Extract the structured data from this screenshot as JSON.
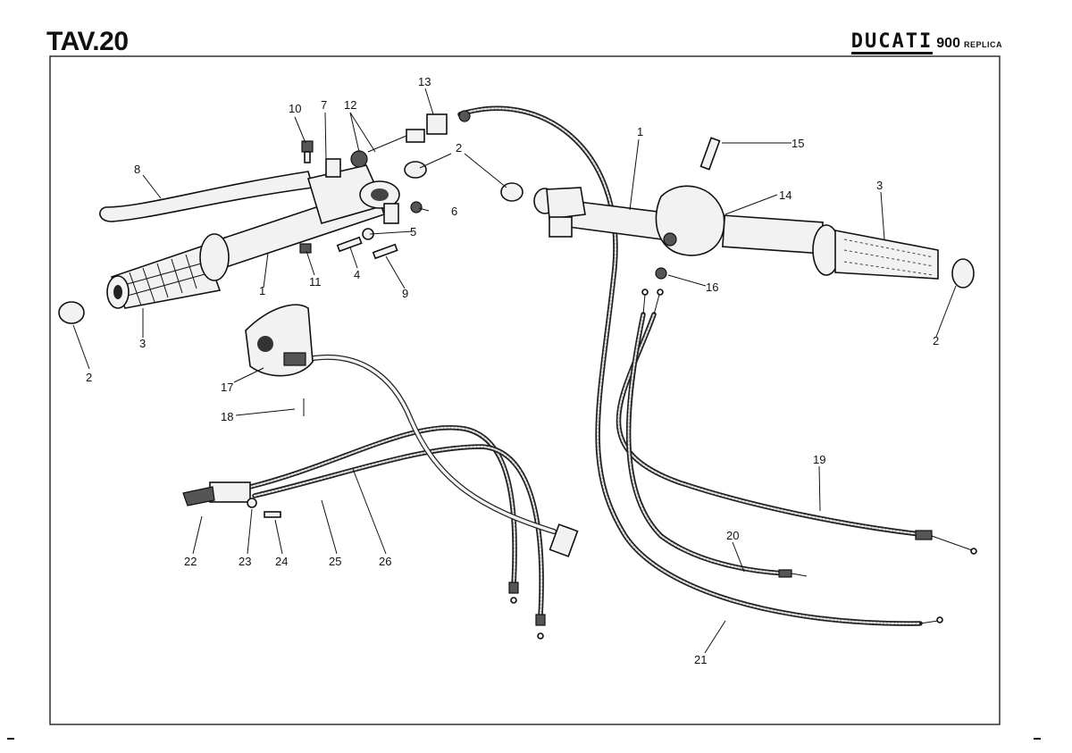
{
  "header": {
    "title": "TAV.20",
    "brand_logo": "DUCATI",
    "brand_model": "900",
    "brand_sub": "REPLICA"
  },
  "diagram": {
    "callouts": [
      {
        "id": "c1a",
        "text": "1"
      },
      {
        "id": "c1b",
        "text": "1"
      },
      {
        "id": "c2a",
        "text": "2"
      },
      {
        "id": "c2b",
        "text": "2"
      },
      {
        "id": "c2c",
        "text": "2"
      },
      {
        "id": "c3a",
        "text": "3"
      },
      {
        "id": "c3b",
        "text": "3"
      },
      {
        "id": "c4",
        "text": "4"
      },
      {
        "id": "c5",
        "text": "5"
      },
      {
        "id": "c6",
        "text": "6"
      },
      {
        "id": "c7",
        "text": "7"
      },
      {
        "id": "c8",
        "text": "8"
      },
      {
        "id": "c9",
        "text": "9"
      },
      {
        "id": "c10",
        "text": "10"
      },
      {
        "id": "c11",
        "text": "11"
      },
      {
        "id": "c12",
        "text": "12"
      },
      {
        "id": "c13",
        "text": "13"
      },
      {
        "id": "c14",
        "text": "14"
      },
      {
        "id": "c15",
        "text": "15"
      },
      {
        "id": "c16",
        "text": "16"
      },
      {
        "id": "c17",
        "text": "17"
      },
      {
        "id": "c18",
        "text": "18"
      },
      {
        "id": "c19",
        "text": "19"
      },
      {
        "id": "c20",
        "text": "20"
      },
      {
        "id": "c21",
        "text": "21"
      },
      {
        "id": "c22",
        "text": "22"
      },
      {
        "id": "c23",
        "text": "23"
      },
      {
        "id": "c24",
        "text": "24"
      },
      {
        "id": "c25",
        "text": "25"
      },
      {
        "id": "c26",
        "text": "26"
      }
    ]
  }
}
